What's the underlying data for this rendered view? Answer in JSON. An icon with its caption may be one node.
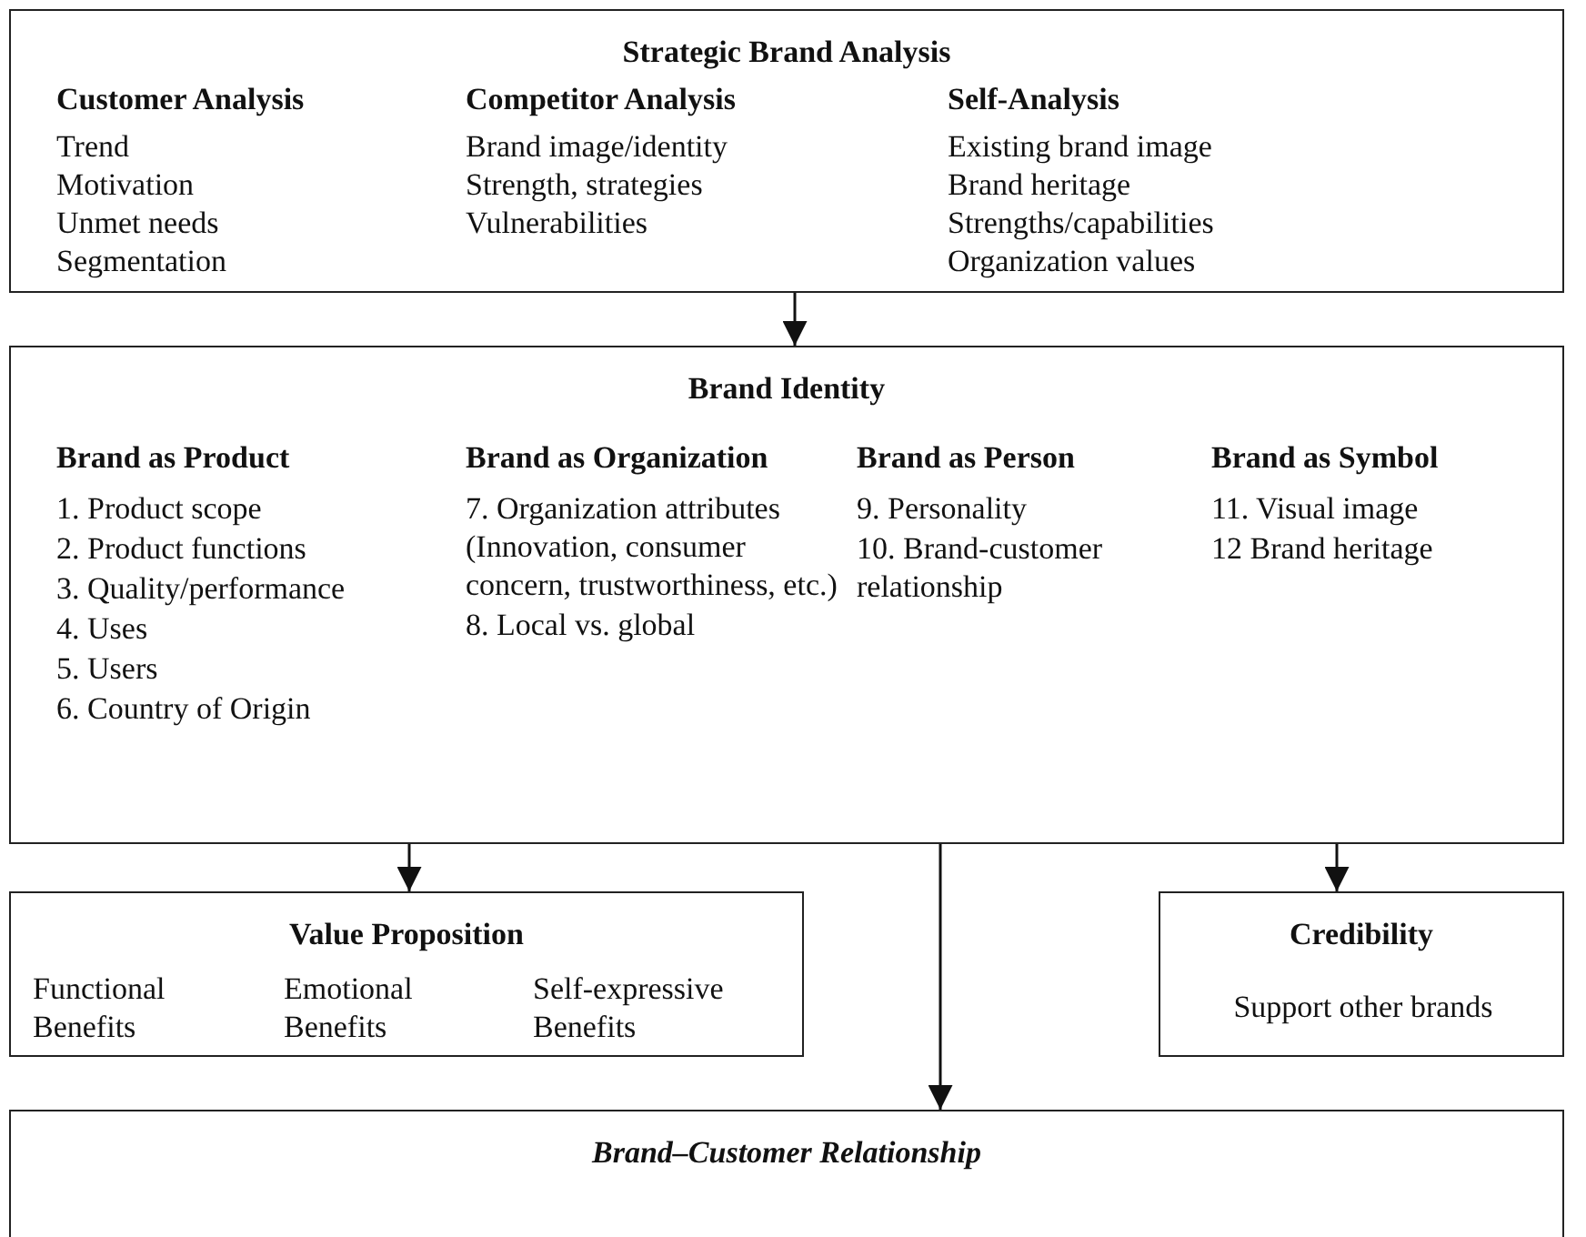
{
  "diagram": {
    "nodes": [
      {
        "text": [
          "Strategic Brand Analysis",
          "Customer Analysis",
          "Trend",
          "Motivation",
          "Unmet needs",
          "Segmentation",
          "Competitor Analysis",
          "Brand image/identity",
          "Strength, strategies",
          "Vulnerabilities",
          "Self-Analysis",
          "Existing brand image",
          "Brand heritage",
          "Strengths/capabilities",
          "Organization values"
        ]
      },
      {
        "text": [
          "Brand Identity",
          "Brand as Product",
          "1. Product scope",
          "2. Product functions",
          "3. Quality/performance",
          "4. Uses",
          "5. Users",
          "6. Country of Origin",
          "Brand as Organization",
          "7. Organization attributes (Innovation, consumer concern, trustworthiness, etc.)",
          "8. Local vs. global",
          "Brand as Person",
          "9. Personality",
          "10. Brand-customer relationship",
          "Brand as Symbol",
          "11. Visual image",
          "12 Brand heritage"
        ]
      },
      {
        "text": [
          "Value Proposition",
          "Functional Benefits",
          "Emotional Benefits",
          "Self-expressive Benefits"
        ]
      },
      {
        "text": [
          "Credibility",
          "Support other  brands"
        ]
      },
      {
        "text": [
          "Brand–Customer Relationship"
        ]
      }
    ],
    "edges": [
      {
        "from": 0,
        "to": 1,
        "arrow": "to"
      },
      {
        "from": 1,
        "to": 2,
        "arrow": "to"
      },
      {
        "from": 1,
        "to": 4,
        "arrow": "to"
      },
      {
        "from": 1,
        "to": 3,
        "arrow": "to"
      }
    ]
  }
}
